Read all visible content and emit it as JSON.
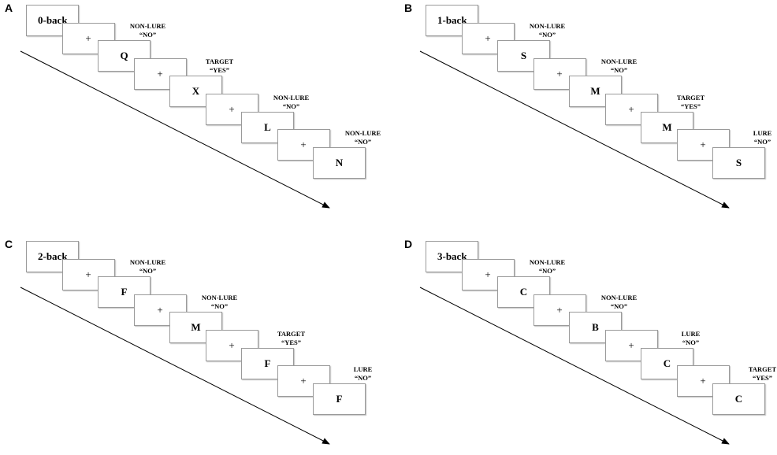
{
  "panels": [
    {
      "label": "A",
      "title": "0-back",
      "fixation": "+",
      "letters": [
        "Q",
        "X",
        "L",
        "N"
      ],
      "annotations": [
        {
          "type": "NON-LURE",
          "response": "“NO”"
        },
        {
          "type": "TARGET",
          "response": "“YES”"
        },
        {
          "type": "NON-LURE",
          "response": "“NO”"
        },
        {
          "type": "NON-LURE",
          "response": "“NO”"
        }
      ]
    },
    {
      "label": "B",
      "title": "1-back",
      "fixation": "+",
      "letters": [
        "S",
        "M",
        "M",
        "S"
      ],
      "annotations": [
        {
          "type": "NON-LURE",
          "response": "“NO”"
        },
        {
          "type": "NON-LURE",
          "response": "“NO”"
        },
        {
          "type": "TARGET",
          "response": "“YES”"
        },
        {
          "type": "LURE",
          "response": "“NO”"
        }
      ]
    },
    {
      "label": "C",
      "title": "2-back",
      "fixation": "+",
      "letters": [
        "F",
        "M",
        "F",
        "F"
      ],
      "annotations": [
        {
          "type": "NON-LURE",
          "response": "“NO”"
        },
        {
          "type": "NON-LURE",
          "response": "“NO”"
        },
        {
          "type": "TARGET",
          "response": "“YES”"
        },
        {
          "type": "LURE",
          "response": "“NO”"
        }
      ]
    },
    {
      "label": "D",
      "title": "3-back",
      "fixation": "+",
      "letters": [
        "C",
        "B",
        "C",
        "C"
      ],
      "annotations": [
        {
          "type": "NON-LURE",
          "response": "“NO”"
        },
        {
          "type": "NON-LURE",
          "response": "“NO”"
        },
        {
          "type": "LURE",
          "response": "“NO”"
        },
        {
          "type": "TARGET",
          "response": "“YES”"
        }
      ]
    }
  ]
}
